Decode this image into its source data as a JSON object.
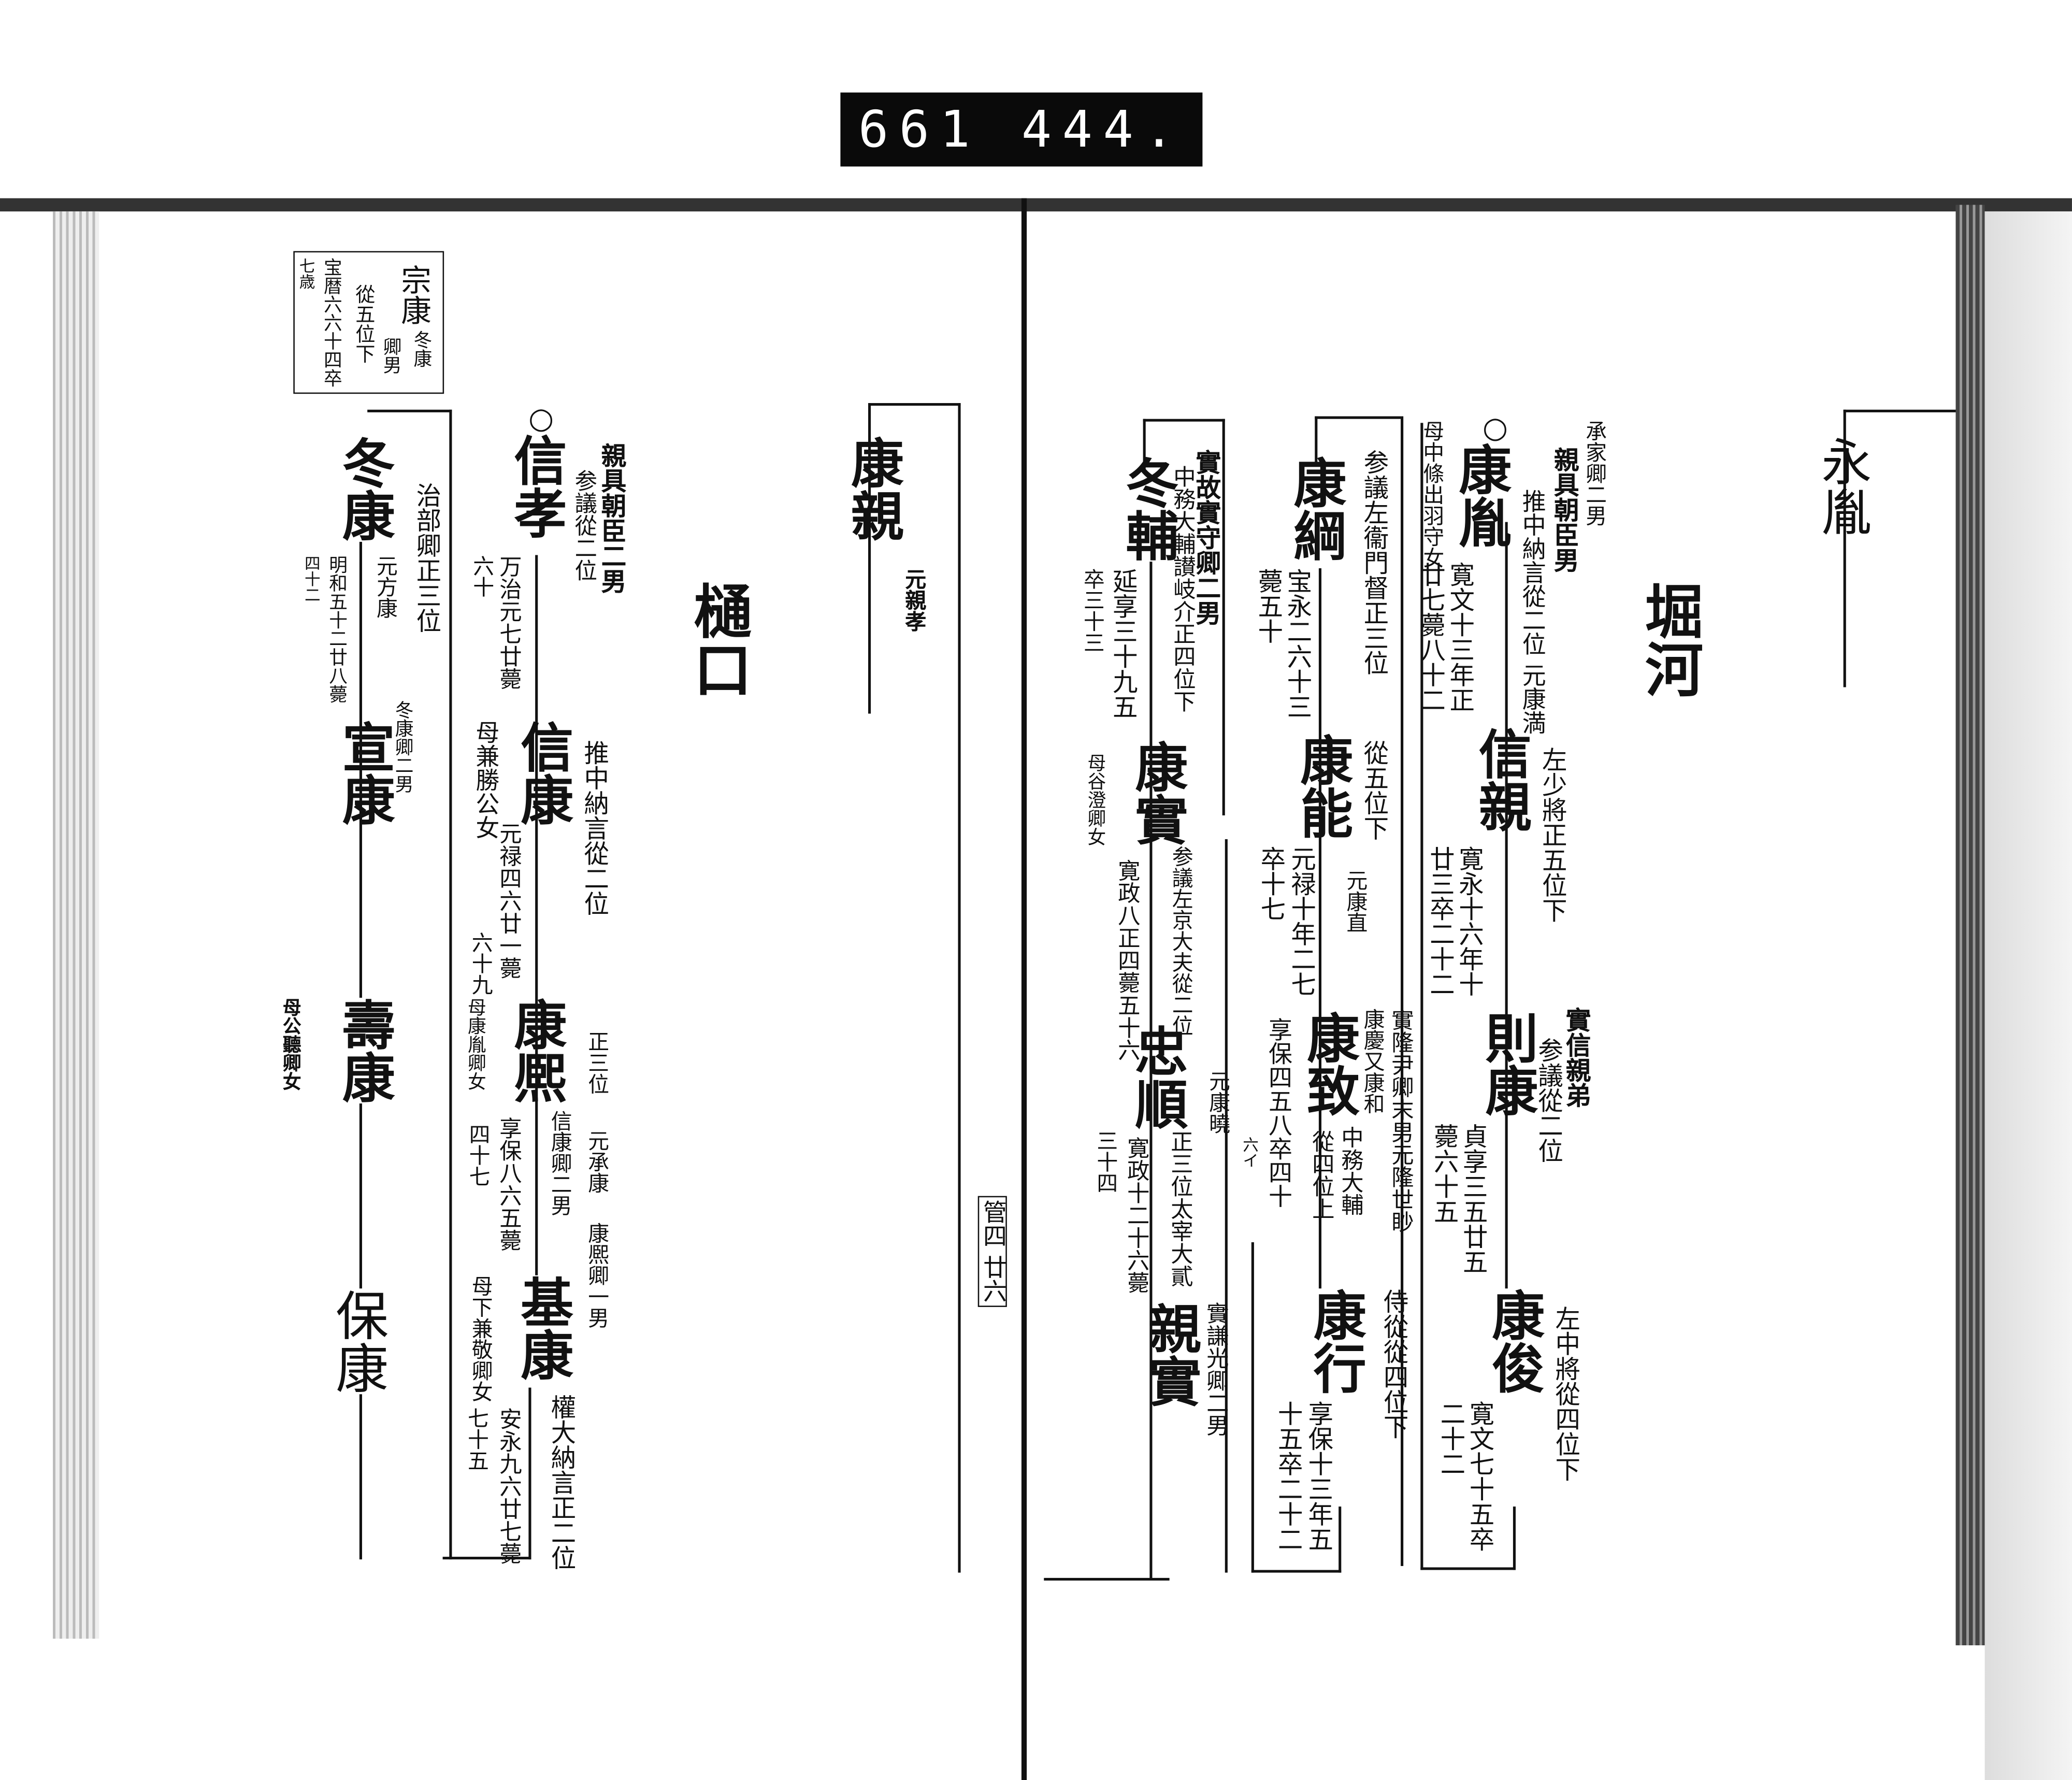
{
  "folio_label": "661 444.",
  "right_page": {
    "header_name": "永胤",
    "family_name": "堀河",
    "col1": {
      "father": "承家卿二男",
      "parent": "親具朝臣男",
      "circle": "○",
      "name": "康胤",
      "rank": "推中納言從二位 元康満",
      "mother": "母中條出羽守女",
      "death": "寛文十三年正",
      "death2": "廿七薨八十二",
      "children": [
        {
          "name": "信親",
          "rank": "左少將正五位下",
          "death": "寛永十六年十",
          "death2": "廿三卒二十二"
        },
        {
          "name": "則康",
          "note": "實信親弟",
          "rank": "参議從二位",
          "death": "貞享三五廿五",
          "death2": "薨六十五"
        },
        {
          "name": "康俊",
          "rank": "左中將從四位下",
          "death": "寛文七十五卒",
          "death2": "二十二"
        }
      ]
    },
    "col2": {
      "name": "康綱",
      "rank": "参議左衞門督正三位",
      "death": "宝永二六十三",
      "death2": "薨五十",
      "children": [
        {
          "name": "康能",
          "rank": "從五位下",
          "alt": "元康直",
          "death": "元禄十年二七",
          "death2": "卒十七"
        },
        {
          "name": "康致",
          "note": "實隆尹卿末男元隆世眇",
          "note2": "康慶又康和",
          "rank": "中務大輔",
          "rank2": "從四位上",
          "death": "享保四五八卒四十",
          "variant": "六イ"
        },
        {
          "name": "康行",
          "rank": "侍從從四位下",
          "death": "享保十三年五",
          "death2": "十五卒二十二"
        }
      ]
    },
    "col3": {
      "name": "冬輔",
      "note": "實故實守卿二男",
      "rank": "中務大輔讃岐介正四位下",
      "death": "延享三十九五",
      "death2": "卒三十三",
      "children": [
        {
          "name": "康實",
          "mother": "母谷澄卿女",
          "rank": "参議左京大夫從二位",
          "death": "寛政八正四薨五十六"
        },
        {
          "name": "忠順",
          "alt": "元康曉",
          "rank": "正三位太宰大貳",
          "death": "寛政十二十六薨",
          "death2": "三十四"
        },
        {
          "name": "親實",
          "note": "實謙光卿二男"
        }
      ]
    }
  },
  "left_page": {
    "yasuchika": {
      "name": "康親",
      "alt": "元親孝"
    },
    "family_name": "樋口",
    "volume_mark": "管四 廿六",
    "nobutaka": {
      "circle": "○",
      "name": "信孝",
      "parent": "親具朝臣二男",
      "rank": "参議從二位",
      "death": "万治元七廿薨",
      "death2": "六十"
    },
    "nobuyasu": {
      "name": "信康",
      "rank": "推中納言從二位",
      "mother": "母兼勝公女",
      "death": "元禄四六廿一薨",
      "death2": "六十九"
    },
    "yasuhiro": {
      "name": "康熈",
      "rank": "正三位",
      "alt": "元承康",
      "parent": "信康卿二男",
      "mother": "母康胤卿女",
      "death": "享保八六五薨",
      "death2": "四十七"
    },
    "motoyasu": {
      "name": "基康",
      "parent": "康熈卿一男",
      "rank": "權大納言正二位",
      "mother": "母下兼敬卿女",
      "death": "安永九六廿七薨",
      "death2": "七十五"
    },
    "muneyasu": {
      "name": "宗康",
      "parent": "冬康",
      "parent2": "卿男",
      "rank": "從五位下",
      "death": "宝暦六六十四卒",
      "death2": "七歳"
    },
    "fuyuyasu": {
      "name": "冬康",
      "rank": "治部卿正三位",
      "alt": "元方康",
      "death": "明和五十二廿八薨",
      "death2": "四十二"
    },
    "nobuyasu2": {
      "name": "宣康",
      "parent": "冬康卿二男"
    },
    "toshiyasu": {
      "name": "壽康",
      "mother": "母公聽卿女"
    },
    "yasuyasu": {
      "name": "保康"
    }
  }
}
